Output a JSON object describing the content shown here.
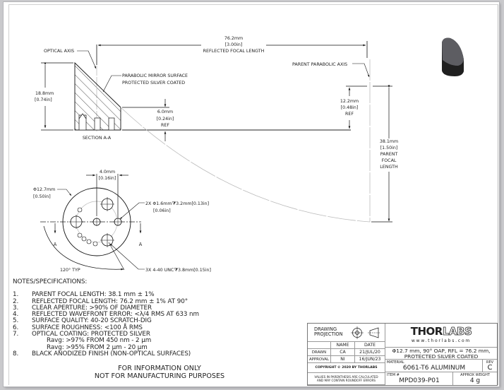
{
  "drawing": {
    "reflected_focal_length": {
      "mm": "76.2mm",
      "in": "[3.00in]",
      "label": "REFLECTED FOCAL LENGTH"
    },
    "optical_axis_label": "OPTICAL AXIS",
    "parent_parabolic_axis_label": "PARENT PARABOLIC AXIS",
    "mirror_surface_label_1": "PARABOLIC MIRROR SURFACE",
    "mirror_surface_label_2": "PROTECTED SILVER COATED",
    "height_dim": {
      "mm": "18.8mm",
      "in": "[0.74in]"
    },
    "edge_dim": {
      "mm": "6.0mm",
      "in": "[0.24in]",
      "note": "REF"
    },
    "offset_dim": {
      "mm": "12.2mm",
      "in": "[0.48in]",
      "note": "REF"
    },
    "parent_focal": {
      "mm": "38.1mm",
      "in": "[1.50in]",
      "l1": "PARENT",
      "l2": "FOCAL",
      "l3": "LENGTH"
    },
    "section_label": "SECTION A-A",
    "diameter_dim": {
      "mm": "Φ12.7mm",
      "in": "[0.50in]"
    },
    "hole_spacing": {
      "mm": "4.0mm",
      "in": "[0.16in]"
    },
    "pin_holes": {
      "l1": "2X  Φ1.6mm⧩3.2mm[0.13in]",
      "l2": "[0.06in]"
    },
    "tapped_holes": "3X 4-40 UNC⧩3.8mm[0.15in]",
    "angle_label": "120° TYP",
    "section_marker": "A"
  },
  "notes": {
    "heading": "NOTES/SPECIFICATIONS:",
    "items": [
      {
        "num": "1.",
        "text": "PARENT FOCAL LENGTH: 38.1 mm ± 1%"
      },
      {
        "num": "2.",
        "text": "REFLECTED FOCAL LENGTH: 76.2 mm ± 1% AT 90°"
      },
      {
        "num": "3.",
        "text": "CLEAR APERTURE: >90% OF DIAMETER"
      },
      {
        "num": "4.",
        "text": "REFLECTED WAVEFRONT ERROR: <λ/4 RMS AT 633 nm"
      },
      {
        "num": "5.",
        "text": "SURFACE QUALITY: 40-20 SCRATCH-DIG"
      },
      {
        "num": "6.",
        "text": "SURFACE ROUGHNESS: <100 Å RMS"
      },
      {
        "num": "7.",
        "text": "OPTICAL COATING: PROTECTED SILVER"
      }
    ],
    "sub_items": [
      "Ravg: >97% FROM 450 nm - 2 µm",
      "Ravg: >95% FROM 2 µm - 20 µm"
    ],
    "item8": {
      "num": "8.",
      "text": "BLACK ANODIZED FINISH (NON-OPTICAL SURFACES)"
    }
  },
  "disclaimer": {
    "line1": "FOR INFORMATION ONLY",
    "line2": "NOT FOR MANUFACTURING PURPOSES"
  },
  "title_block": {
    "projection_label_1": "DRAWING",
    "projection_label_2": "PROJECTION",
    "col_name": "NAME",
    "col_date": "DATE",
    "drawn_label": "DRAWN",
    "drawn_name": "CA",
    "drawn_date": "21/JUL/20",
    "approval_label": "APPROVAL",
    "approval_name": "NI",
    "approval_date": "16/JUN/23",
    "copyright": "COPYRIGHT © 2020 BY THORLABS",
    "values_note_1": "VALUES IN PARENTHESIS ARE CALCULATED",
    "values_note_2": "AND MAY CONTAIN ROUNDOFF ERRORS",
    "logo_thor": "THOR",
    "logo_labs": "LABS",
    "website": "www.thorlabs.com",
    "description_1": "Φ12.7 mm, 90° OAP, RFL = 76.2 mm,",
    "description_2": "PROTECTED SILVER COATED",
    "material_label": "MATERIAL",
    "material": "6061-T6 ALUMINUM",
    "rev_label": "REV",
    "rev": "C",
    "item_label": "ITEM #",
    "item": "MPD039-P01",
    "weight_label": "APPROX WEIGHT",
    "weight": "4 g"
  }
}
